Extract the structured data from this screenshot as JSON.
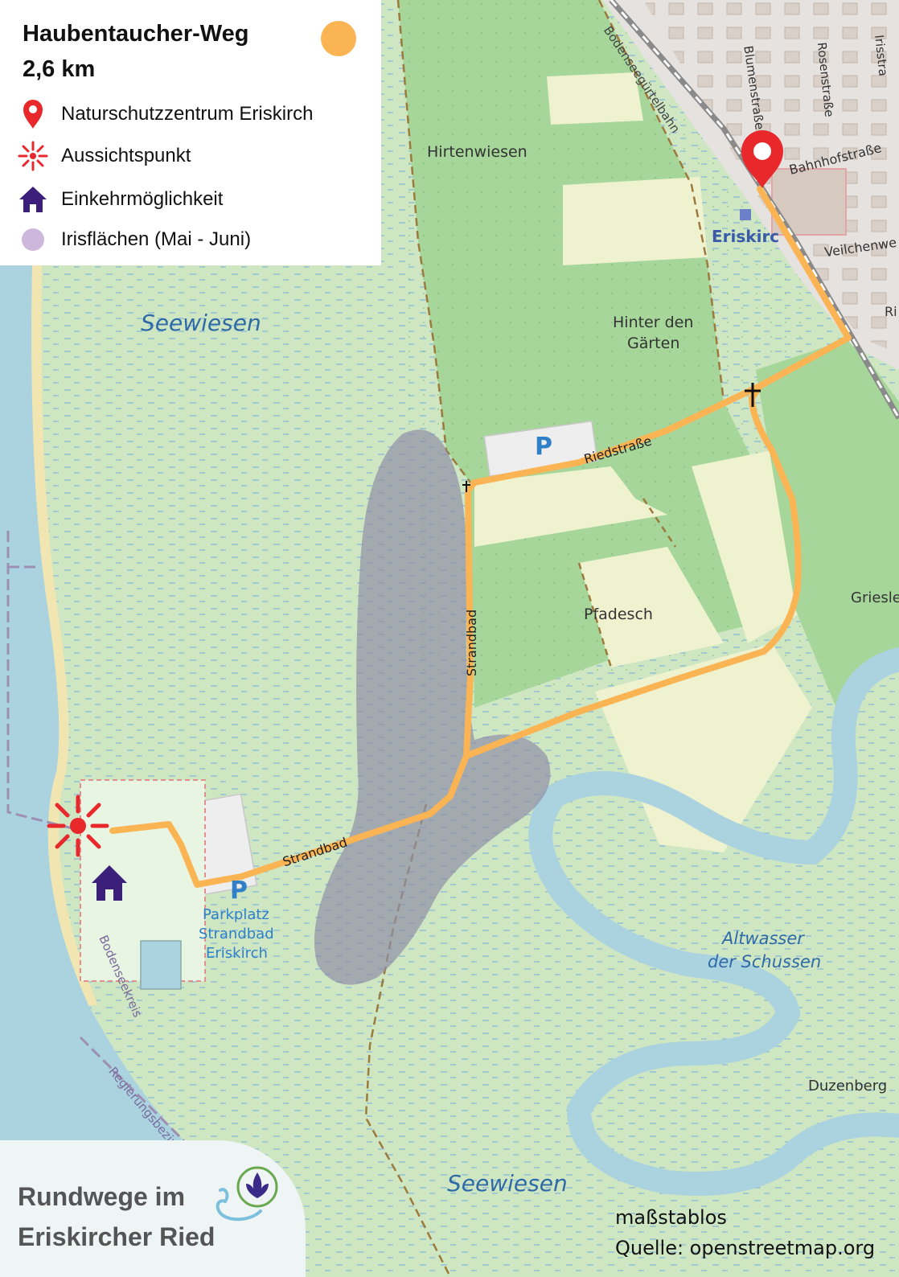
{
  "legend": {
    "title": "Haubentaucher-Weg",
    "length": "2,6 km",
    "route_color": "#fbb454",
    "items": [
      {
        "icon": "map-pin-icon",
        "label": "Naturschutzzentrum Eriskirch",
        "color": "#e8282b"
      },
      {
        "icon": "sunburst-icon",
        "label": "Aussichtspunkt",
        "color": "#e8282b"
      },
      {
        "icon": "house-icon",
        "label": "Einkehrmöglichkeit",
        "color": "#3b1f7a"
      },
      {
        "icon": "iris-area-dot-icon",
        "label": "Irisflächen (Mai - Juni)",
        "color": "#cdb8dc"
      }
    ]
  },
  "map_labels": {
    "hirtenwiesen": "Hirtenwiesen",
    "seewiesen_top": "Seewiesen",
    "seewiesen_bottom": "Seewiesen",
    "hinter_den": "Hinter den",
    "gaerten": "Gärten",
    "pfadesch": "Pfadesch",
    "riedstrasse": "Riedstraße",
    "strandbad_vertical": "Strandbad",
    "strandbad_road": "Strandbad",
    "parking_p1": "P",
    "parking_p2": "P",
    "parkplatz_1": "Parkplatz",
    "parkplatz_2": "Strandbad",
    "parkplatz_3": "Eriskirch",
    "altwasser_1": "Altwasser",
    "altwasser_2": "der Schussen",
    "duzenberg": "Duzenberg",
    "griesle": "Griesle",
    "eriskirch": "Eriskirc",
    "bahnhofstrasse": "Bahnhofstraße",
    "veilchenweg": "Veilchenwe",
    "blumenstrasse": "Blumenstraße",
    "rosenstrasse": "Rosenstraße",
    "irisstrasse": "Irisstra",
    "gleis": "Bodenseegürtelbahn",
    "bodenseekreis": "Bodenseekreis",
    "regierungsbezirk": "Regierungsbezirk",
    "road_r": "Ri"
  },
  "bottom": {
    "title_line1": "Rundwege im",
    "title_line2": "Eriskircher Ried",
    "logo_icon": "iris-swan-logo-icon"
  },
  "credits": {
    "scale": "maßstablos",
    "source": "Quelle: openstreetmap.org"
  },
  "colors": {
    "lake": "#aad3df",
    "wetland": "#cfe6c3",
    "farmland": "#a6d69a",
    "meadow": "#eef2cf",
    "iris_area": "#8f8fa6",
    "river": "#aad3df",
    "route": "#fbb454"
  }
}
